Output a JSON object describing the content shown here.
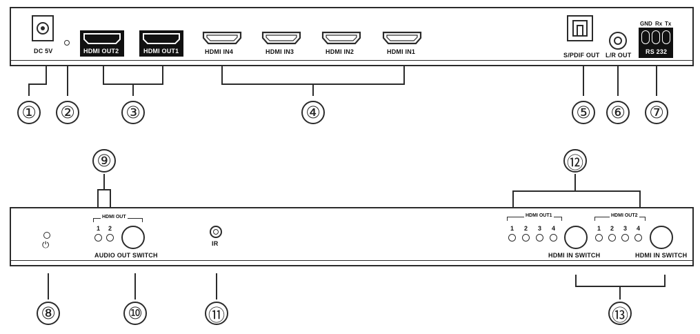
{
  "rear_panel": {
    "dc_label": "DC 5V",
    "hdmi_out2": "HDMI OUT2",
    "hdmi_out1": "HDMI OUT1",
    "hdmi_in4": "HDMI IN4",
    "hdmi_in3": "HDMI IN3",
    "hdmi_in2": "HDMI IN2",
    "hdmi_in1": "HDMI IN1",
    "spdif_label": "S/PDIF OUT",
    "lr_label": "L/R OUT",
    "gnd": "GND",
    "rx": "Rx",
    "tx": "Tx",
    "rs232": "RS 232"
  },
  "front_panel": {
    "power_symbol": "⏻",
    "audio_group_label": "HDMI OUT",
    "audio_led_1": "1",
    "audio_led_2": "2",
    "audio_switch_label": "AUDIO OUT SWITCH",
    "ir_label": "IR",
    "out1_group": {
      "label": "HDMI OUT1",
      "leds": [
        "1",
        "2",
        "3",
        "4"
      ],
      "switch_label": "HDMI IN SWITCH"
    },
    "out2_group": {
      "label": "HDMI OUT2",
      "leds": [
        "1",
        "2",
        "3",
        "4"
      ],
      "switch_label": "HDMI IN SWITCH"
    }
  },
  "callouts": [
    "①",
    "②",
    "③",
    "④",
    "⑤",
    "⑥",
    "⑦",
    "⑧",
    "⑨",
    "⑩",
    "⑪",
    "⑫",
    "⑬"
  ]
}
